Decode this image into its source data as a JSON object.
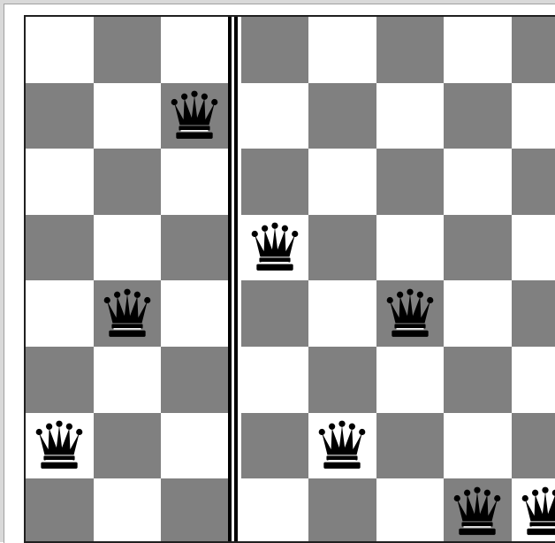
{
  "board": {
    "size": 8,
    "light_color": "#ffffff",
    "dark_color": "#808080",
    "piece_icon": "black-queen-icon",
    "piece_color": "#000000",
    "queens": [
      {
        "row": 1,
        "col": 2
      },
      {
        "row": 3,
        "col": 3
      },
      {
        "row": 4,
        "col": 1
      },
      {
        "row": 4,
        "col": 5
      },
      {
        "row": 6,
        "col": 0
      },
      {
        "row": 6,
        "col": 4
      },
      {
        "row": 7,
        "col": 6
      },
      {
        "row": 7,
        "col": 7
      }
    ]
  }
}
